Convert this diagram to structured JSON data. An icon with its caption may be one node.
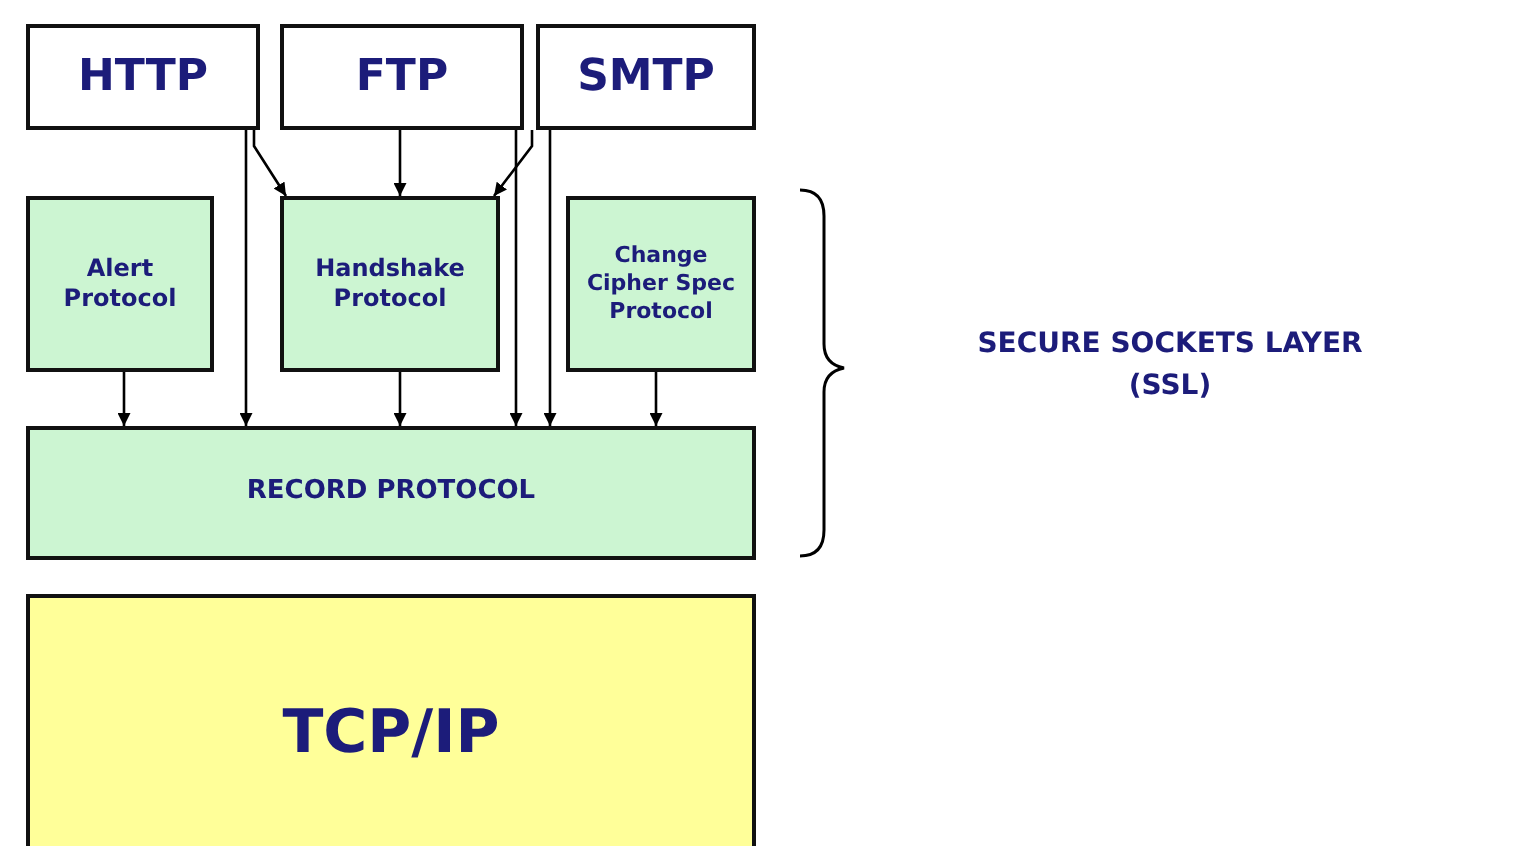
{
  "diagram": {
    "nodes": [
      {
        "text": [
          "HTTP"
        ]
      },
      {
        "text": [
          "FTP"
        ]
      },
      {
        "text": [
          "SMTP"
        ]
      },
      {
        "text": [
          "Alert Protocol"
        ]
      },
      {
        "text": [
          "Handshake Protocol"
        ]
      },
      {
        "text": [
          "Change Cipher Spec Protocol"
        ]
      },
      {
        "text": [
          "RECORD PROTOCOL"
        ]
      },
      {
        "text": [
          "TCP/IP"
        ]
      }
    ],
    "edges": [
      {
        "from": 0,
        "to": 4,
        "arrow": "to"
      },
      {
        "from": 0,
        "to": 6,
        "arrow": "to"
      },
      {
        "from": 1,
        "to": 4,
        "arrow": "to"
      },
      {
        "from": 1,
        "to": 6,
        "arrow": "to"
      },
      {
        "from": 2,
        "to": 4,
        "arrow": "to"
      },
      {
        "from": 2,
        "to": 6,
        "arrow": "to"
      },
      {
        "from": 3,
        "to": 6,
        "arrow": "to"
      },
      {
        "from": 4,
        "to": 6,
        "arrow": "to"
      },
      {
        "from": 5,
        "to": 6,
        "arrow": "to"
      }
    ],
    "labels": [
      "SECURE SOCKETS LAYER (SSL)"
    ]
  }
}
